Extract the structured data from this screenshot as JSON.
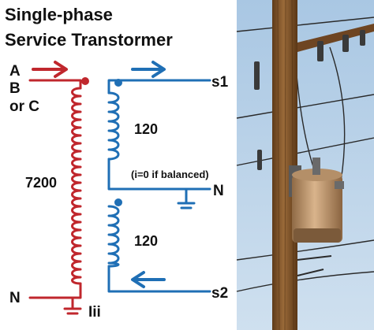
{
  "title_line1": "Single-phase",
  "title_line2": "Service Transtormer",
  "primary": {
    "terminal_a": "A",
    "terminal_b": "B",
    "terminal_c": "or C",
    "turns": "7200",
    "neutral": "N",
    "ground_note": "Iii"
  },
  "secondary": {
    "top_terminal": "s1",
    "top_turns": "120",
    "neutral_note": "(i=0 if balanced)",
    "neutral": "N",
    "bottom_turns": "120",
    "bottom_terminal": "s2"
  },
  "colors": {
    "primary": "#c0272d",
    "secondary": "#1f6fb5",
    "ground": "#1f6fb5"
  },
  "photo": {
    "sky_top": "#a9c7e3",
    "sky_bottom": "#cfe0ef",
    "pole": "#8a5a2e",
    "transformer_can": "#c9a27a"
  }
}
